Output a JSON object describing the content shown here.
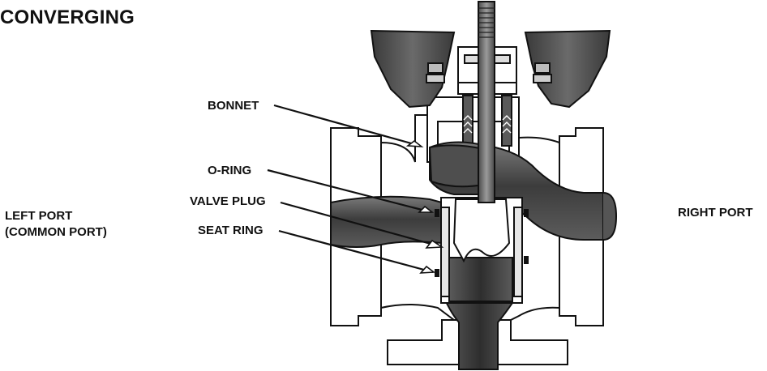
{
  "title": "CONVERGING",
  "labels": {
    "bonnet": "BONNET",
    "o_ring": "O-RING",
    "valve_plug": "VALVE PLUG",
    "seat_ring": "SEAT RING",
    "left_port_line1": "LEFT PORT",
    "left_port_line2": "(COMMON PORT)",
    "right_port": "RIGHT PORT"
  },
  "colors": {
    "outline": "#111111",
    "body_fill": "#ffffff",
    "flow_dark": "#3a3a3a",
    "flow_mid": "#6e6e6e",
    "actuator_fill": "#4a4a4a",
    "stem_fill": "#777777"
  }
}
